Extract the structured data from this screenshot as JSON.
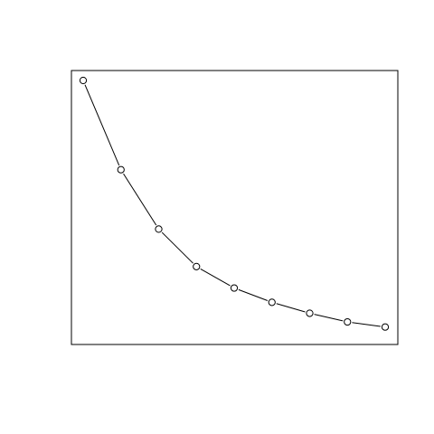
{
  "chart_data": {
    "type": "line",
    "markers": "open-circle",
    "x": [
      1,
      2,
      3,
      4,
      5,
      6,
      7,
      8,
      9
    ],
    "series": [
      {
        "values": [
          100,
          65,
          41.7,
          27,
          18.6,
          13,
          8.7,
          5.3,
          3.3
        ]
      }
    ],
    "xlim": [
      1,
      9
    ],
    "ylim": [
      0,
      100
    ],
    "grid": false,
    "axes_shown": false,
    "frame": true,
    "colors": {
      "line": "#000000",
      "marker_stroke": "#000000",
      "marker_fill": "#ffffff",
      "frame": "#000000",
      "background": "#ffffff"
    }
  }
}
